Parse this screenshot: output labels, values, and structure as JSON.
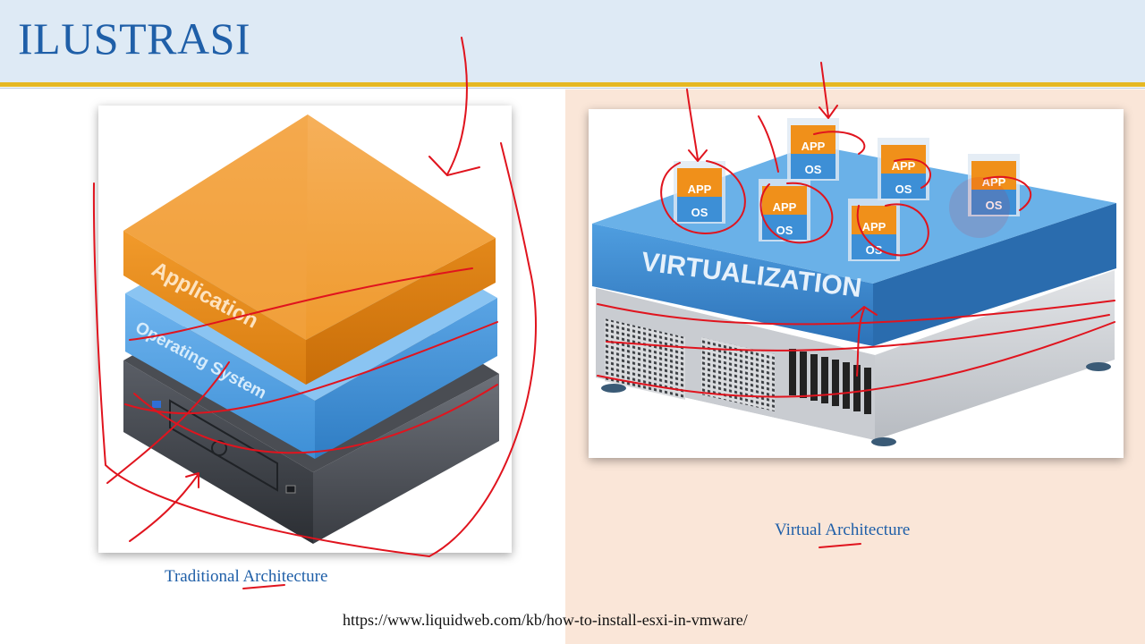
{
  "slide": {
    "title": "ILUSTRASI",
    "source_url": "https://www.liquidweb.com/kb/how-to-install-esxi-in-vmware/"
  },
  "traditional": {
    "caption": "Traditional Architecture",
    "layer_app": "Application",
    "layer_os": "Operating System"
  },
  "virtual": {
    "caption": "Virtual Architecture",
    "platform_label": "VIRTUALIZATION",
    "vm_app": "APP",
    "vm_os": "OS"
  },
  "colors": {
    "title_blue": "#1f5fa8",
    "header_bg": "#deeaf5",
    "accent_rule": "#e6b823",
    "right_panel_bg": "#fae6d8",
    "ink_red": "#e0141e",
    "orange": "#f0901a",
    "blue": "#3d8fd6"
  }
}
